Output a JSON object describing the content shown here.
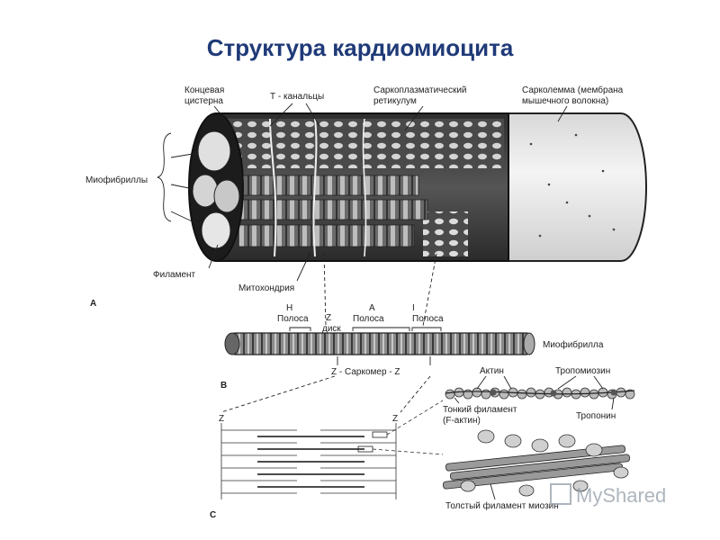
{
  "title": "Структура кардиомиоцита",
  "labels": {
    "end_cistern": [
      "Концевая",
      "цистерна"
    ],
    "t_tubules": "Т - канальцы",
    "sr": [
      "Саркоплазматический",
      "ретикулум"
    ],
    "sarcolemma": [
      "Сарколемма (мембрана",
      "мышечного волокна)"
    ],
    "myofibrils": "Миофибриллы",
    "filament": "Филамент",
    "mitochondria": "Митохондрия",
    "panel_a": "A",
    "h_band": [
      "H",
      "Полоса"
    ],
    "z_disk": [
      "Z",
      "диск"
    ],
    "a_band": [
      "A",
      "Полоса"
    ],
    "i_band": [
      "I",
      "Полоса"
    ],
    "myofibril": "Миофибрилла",
    "panel_b": "B",
    "sarcomere": "Z -  Саркомер - Z",
    "z_left": "Z",
    "z_right": "Z",
    "actin": "Актин",
    "tropomyosin": "Тропомиозин",
    "thin_filament": [
      "Тонкий филамент",
      "(F-актин)"
    ],
    "troponin": "Тропонин",
    "thick_filament": "Толстый филамент миозин",
    "panel_c": "C",
    "watermark": "MyShared"
  },
  "colors": {
    "title": "#1f3a78",
    "ink": "#222222",
    "dark_fiber": "#3a3a3a",
    "light_fiber": "#e6e6e6"
  }
}
